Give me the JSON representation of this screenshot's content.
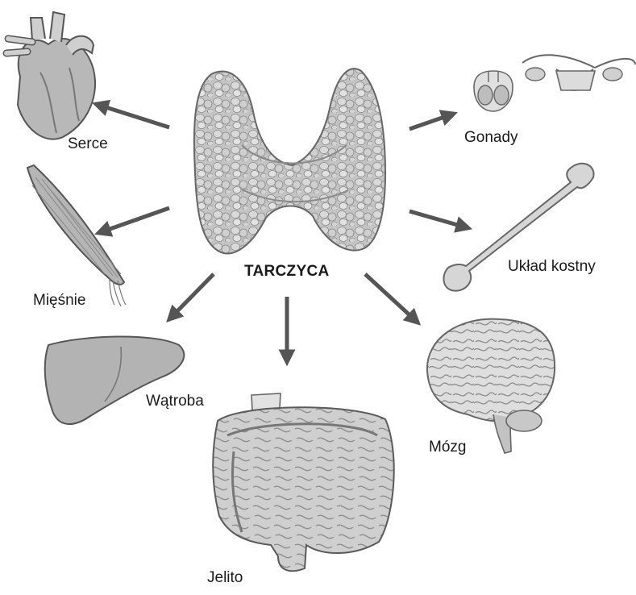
{
  "center": {
    "label": "TARCZYCA"
  },
  "organs": {
    "heart": "Serce",
    "muscles": "Mięśnie",
    "liver": "Wątroba",
    "intestine": "Jelito",
    "brain": "Mózg",
    "skeleton": "Układ kostny",
    "gonads": "Gonady"
  },
  "colors": {
    "arrow": "#555555",
    "organ_fill": "#bdbdbd",
    "organ_stroke": "#5a5a5a"
  }
}
